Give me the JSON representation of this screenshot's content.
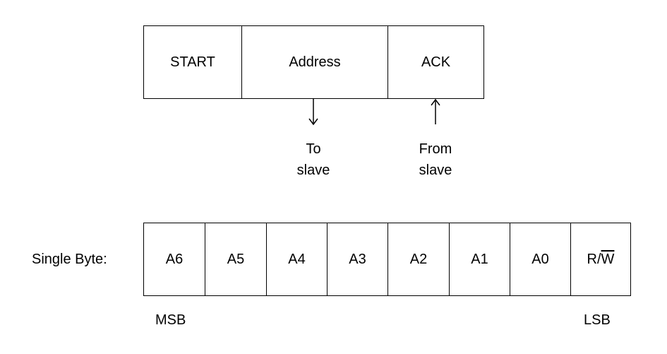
{
  "frame": {
    "cells": [
      "START",
      "Address",
      "ACK"
    ],
    "notes": {
      "to_slave": [
        "To",
        "slave"
      ],
      "from_slave": [
        "From",
        "slave"
      ]
    }
  },
  "byte": {
    "label": "Single Byte:",
    "bits": [
      "A6",
      "A5",
      "A4",
      "A3",
      "A2",
      "A1",
      "A0"
    ],
    "rw": {
      "r": "R/",
      "w": "W"
    },
    "msb": "MSB",
    "lsb": "LSB"
  }
}
